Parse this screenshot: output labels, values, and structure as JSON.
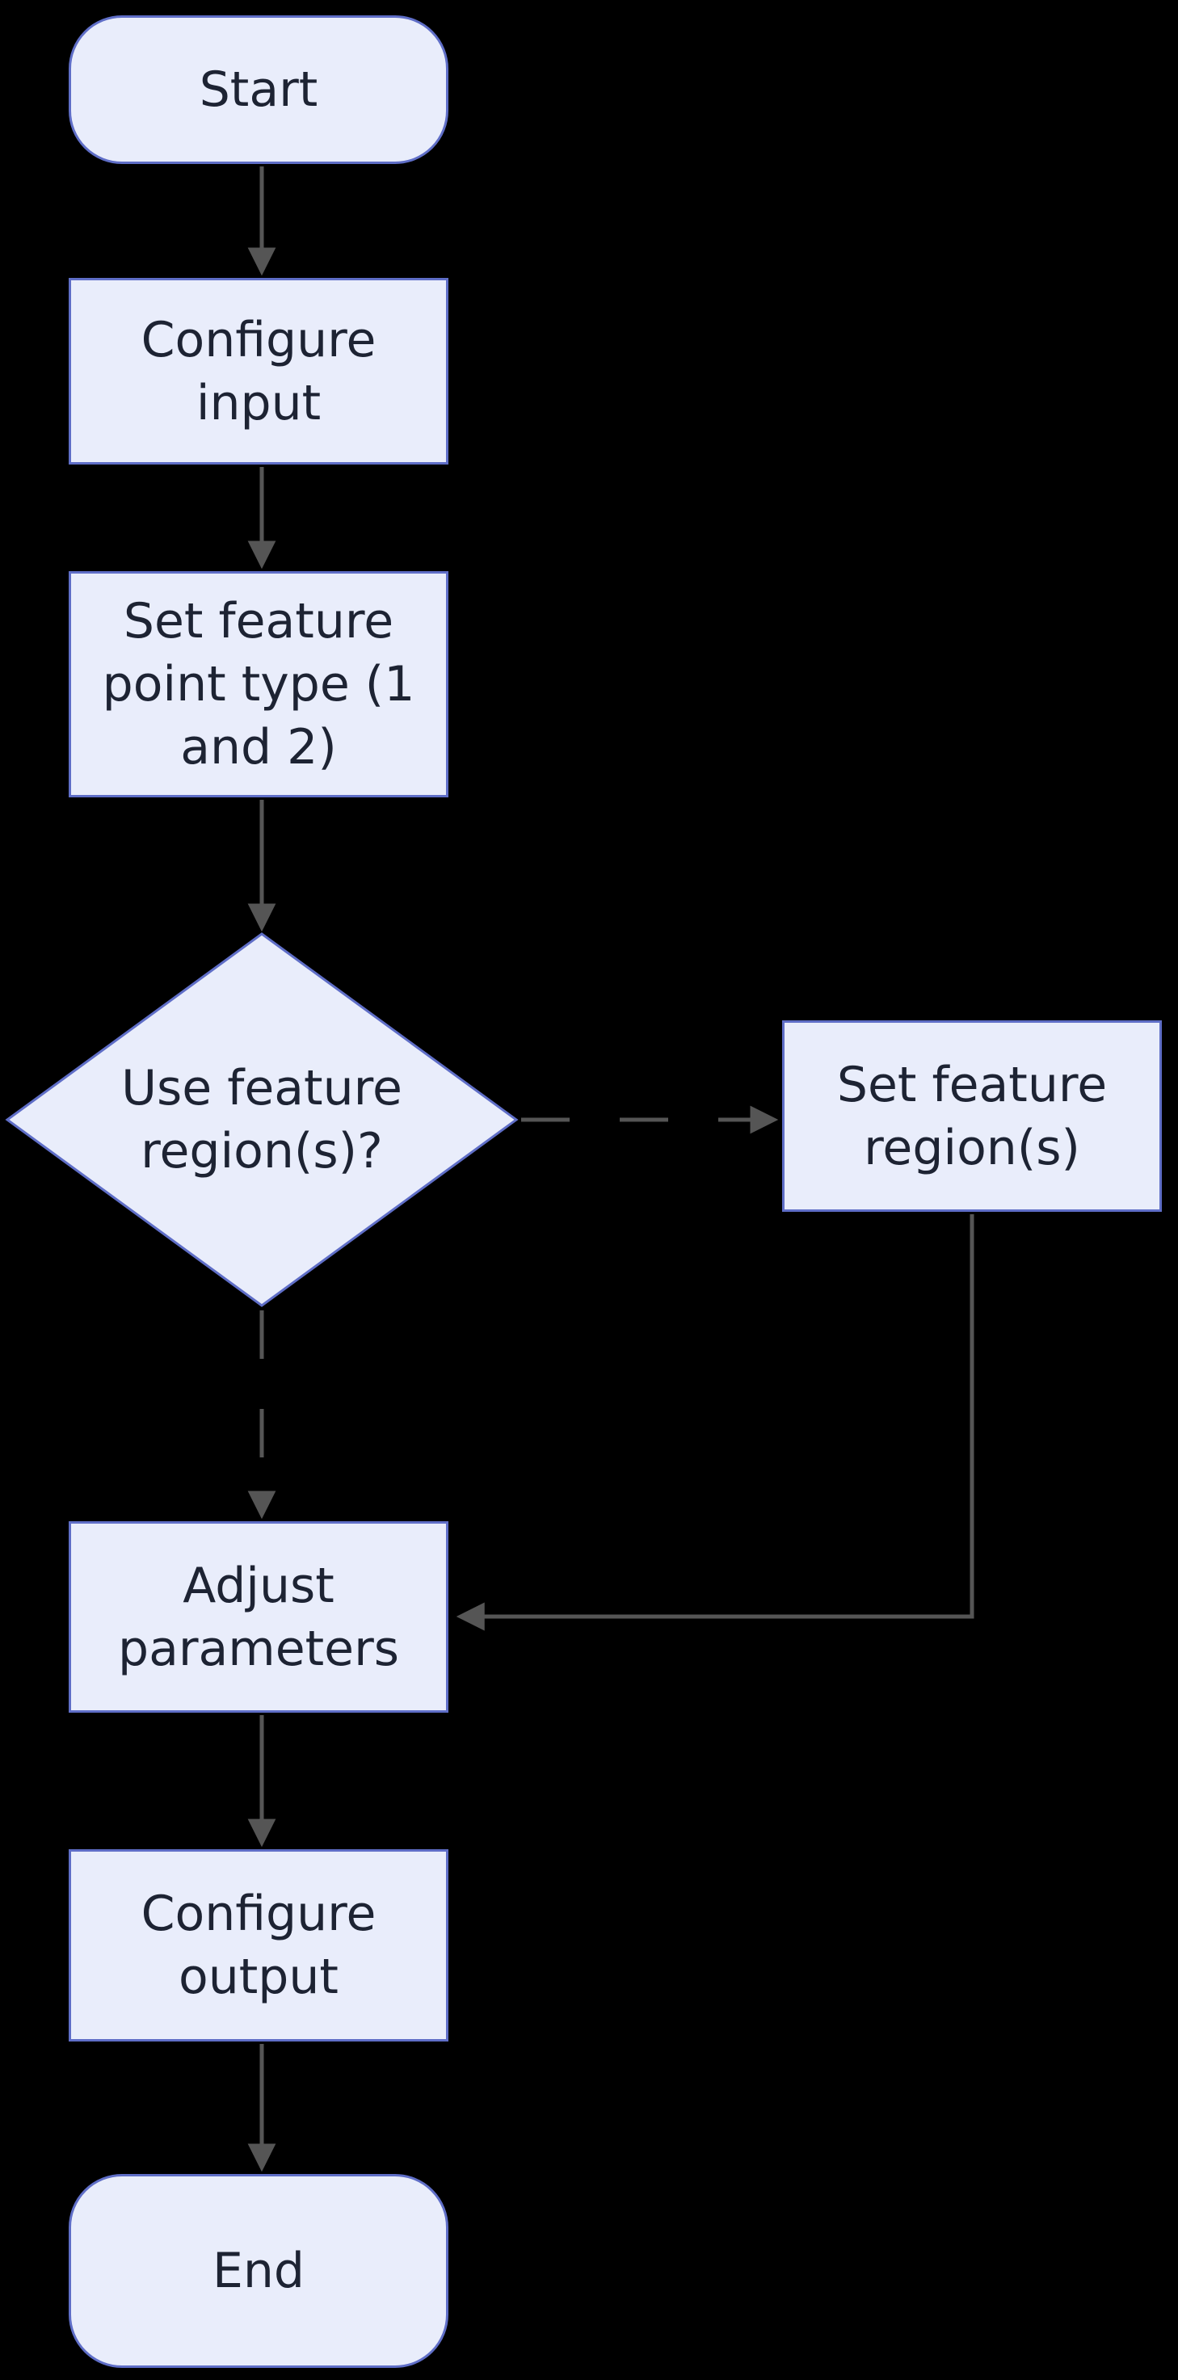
{
  "diagram": {
    "type": "flowchart",
    "colors": {
      "background": "#000000",
      "node-fill": "#e9edfb",
      "node-border": "#5f6ec7",
      "text": "#1d2333",
      "arrow": "#555555"
    },
    "nodes": {
      "start": {
        "label": "Start",
        "shape": "stadium"
      },
      "configure_input": {
        "label": "Configure input",
        "shape": "rect"
      },
      "set_feature_point": {
        "label": "Set feature point type (1 and 2)",
        "shape": "rect"
      },
      "use_feature_region": {
        "label": "Use feature region(s)?",
        "shape": "diamond"
      },
      "set_feature_region": {
        "label": "Set feature region(s)",
        "shape": "rect"
      },
      "adjust_parameters": {
        "label": "Adjust parameters",
        "shape": "rect"
      },
      "configure_output": {
        "label": "Configure output",
        "shape": "rect"
      },
      "end": {
        "label": "End",
        "shape": "stadium"
      }
    },
    "edges": [
      {
        "from": "start",
        "to": "configure_input",
        "style": "solid"
      },
      {
        "from": "configure_input",
        "to": "set_feature_point",
        "style": "solid"
      },
      {
        "from": "set_feature_point",
        "to": "use_feature_region",
        "style": "solid"
      },
      {
        "from": "use_feature_region",
        "to": "set_feature_region",
        "style": "dashed"
      },
      {
        "from": "use_feature_region",
        "to": "adjust_parameters",
        "style": "dashed"
      },
      {
        "from": "set_feature_region",
        "to": "adjust_parameters",
        "style": "solid"
      },
      {
        "from": "adjust_parameters",
        "to": "configure_output",
        "style": "solid"
      },
      {
        "from": "configure_output",
        "to": "end",
        "style": "solid"
      }
    ]
  }
}
